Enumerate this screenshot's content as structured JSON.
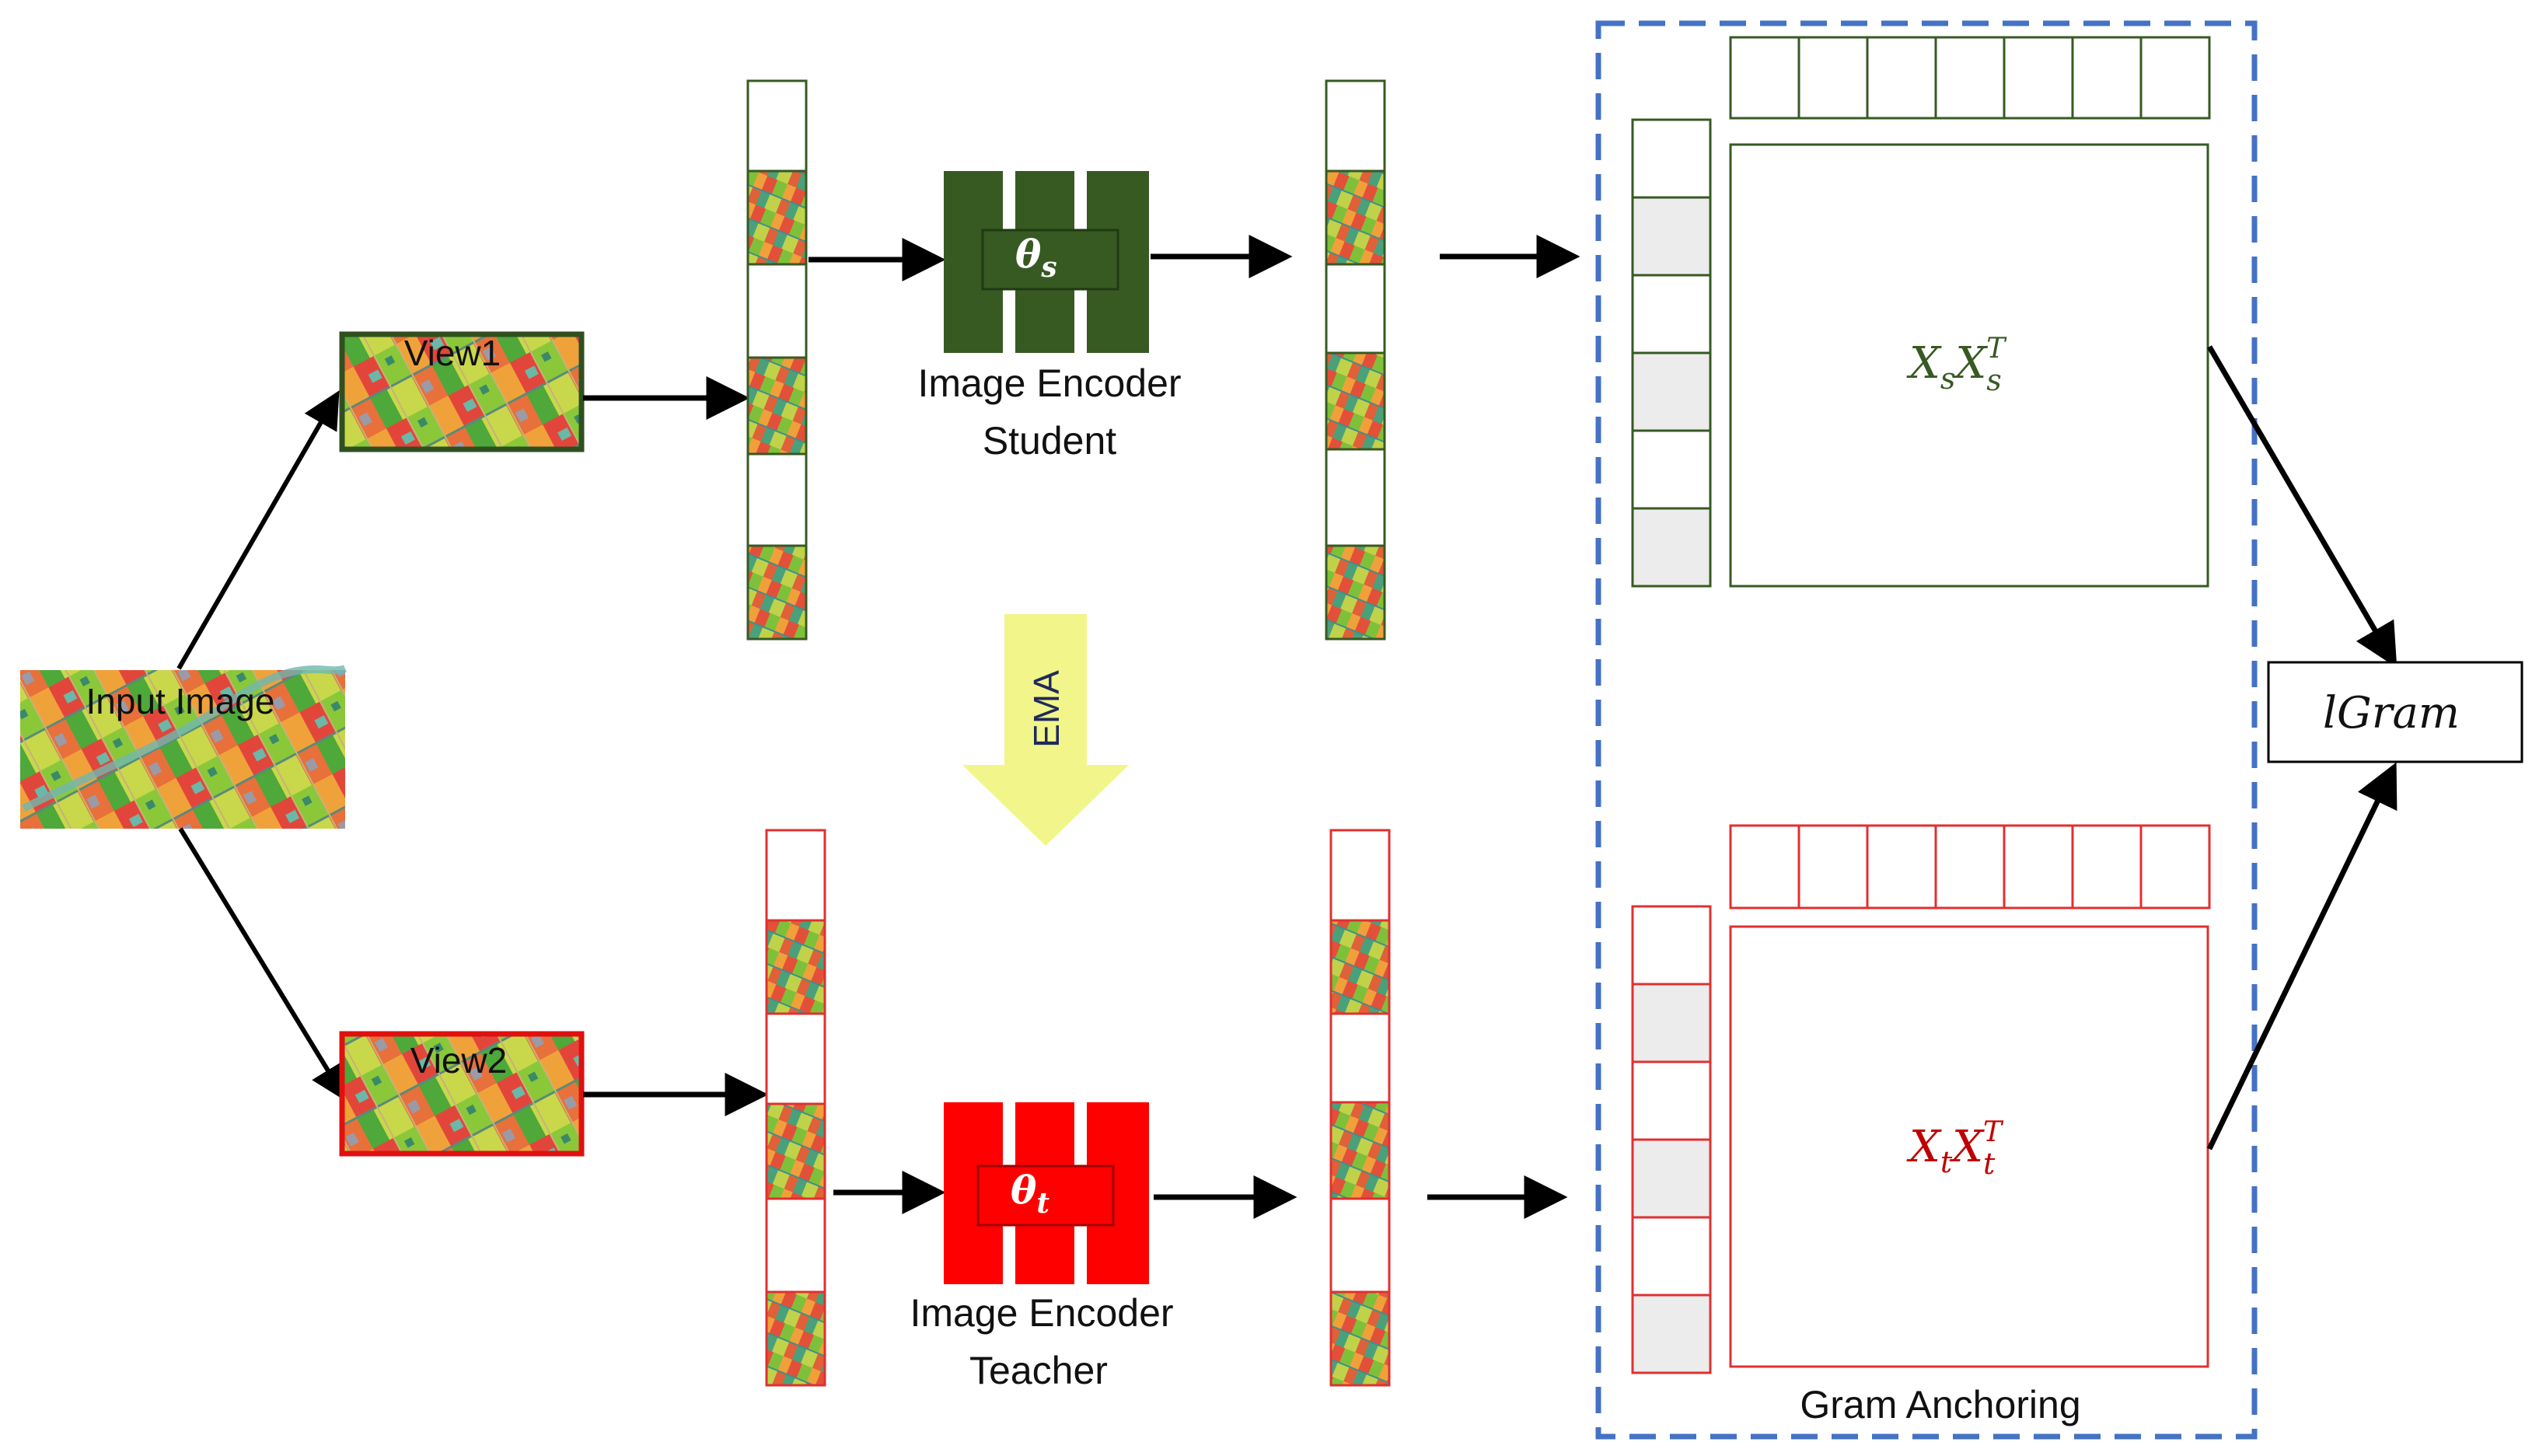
{
  "input_image": {
    "label": "Input Image"
  },
  "views": {
    "view1": {
      "label": "View1",
      "border_color": "#2f4f1f"
    },
    "view2": {
      "label": "View2",
      "border_color": "#e01010"
    }
  },
  "student": {
    "param_base": "θ",
    "param_sub": "s",
    "label_line1": "Image Encoder",
    "label_line2": "Student",
    "color": "#375a23"
  },
  "teacher": {
    "param_base": "θ",
    "param_sub": "t",
    "label_line1": "Image Encoder",
    "label_line2": "Teacher",
    "color": "#ff0000"
  },
  "ema": {
    "label": "EMA",
    "color": "#f2f58a"
  },
  "gram_anchoring": {
    "label": "Gram Anchoring",
    "border_color": "#4472c4",
    "student_matrix": {
      "base1": "X",
      "sub1": "s",
      "base2": "X",
      "sub2": "s",
      "sup2": "T",
      "color": "#375a23"
    },
    "teacher_matrix": {
      "base1": "X",
      "sub1": "t",
      "base2": "X",
      "sub2": "t",
      "sup2": "T",
      "color": "#c00000"
    }
  },
  "loss": {
    "label": "lGram"
  },
  "colors": {
    "student_outline": "#375a23",
    "teacher_outline": "#e03030",
    "cell_fill_gray": "#ececec",
    "arrow": "#000000"
  }
}
